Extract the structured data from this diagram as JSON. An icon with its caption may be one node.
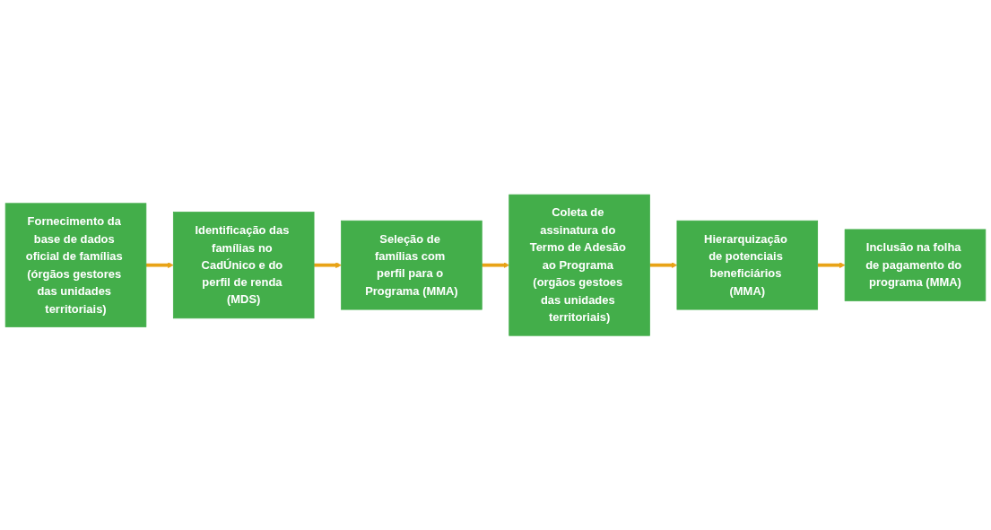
{
  "diagram": {
    "nodes": [
      {
        "text": [
          "Fornecimento da base de dados oficial de famílias (órgãos gestores das unidades territoriais)"
        ]
      },
      {
        "text": [
          "Identificação das famílias no CadÚnico e do perfil de renda (MDS)"
        ]
      },
      {
        "text": [
          "Seleção de famílias com perfil para o Programa (MMA)"
        ]
      },
      {
        "text": [
          "Coleta de assinatura do Termo de Adesão ao Programa (orgãos gestoes das unidades territoriais)"
        ]
      },
      {
        "text": [
          "Hierarquização de potenciais beneficiários (MMA)"
        ]
      },
      {
        "text": [
          "Inclusão na folha de pagamento do programa (MMA)"
        ]
      }
    ],
    "edges": [
      {
        "from": 0,
        "to": 1,
        "arrow": "to"
      },
      {
        "from": 1,
        "to": 2,
        "arrow": "to"
      },
      {
        "from": 2,
        "to": 3,
        "arrow": "to"
      },
      {
        "from": 3,
        "to": 4,
        "arrow": "to"
      },
      {
        "from": 4,
        "to": 5,
        "arrow": "to"
      }
    ]
  }
}
